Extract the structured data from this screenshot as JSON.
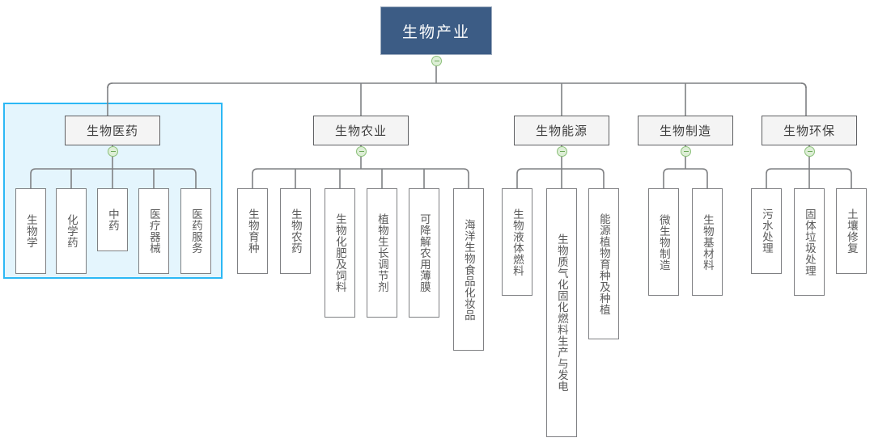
{
  "diagram": {
    "type": "org-chart",
    "title": "生物产业",
    "root": {
      "label": "生物产业"
    },
    "highlight": {
      "color": "#2cb8f5",
      "fill": "#e4f5fd",
      "target": "生物医药"
    },
    "toggle_icon": "collapse-minus-icon",
    "branches": [
      {
        "label": "生物医药",
        "children": [
          {
            "label": "生物学"
          },
          {
            "label": "化学药"
          },
          {
            "label": "中药"
          },
          {
            "label": "医疗器械"
          },
          {
            "label": "医药服务"
          }
        ]
      },
      {
        "label": "生物农业",
        "children": [
          {
            "label": "生物育种"
          },
          {
            "label": "生物农药"
          },
          {
            "label": "生物化肥及饲料"
          },
          {
            "label": "植物生长调节剂"
          },
          {
            "label": "可降解农用薄膜"
          },
          {
            "label": "海洋生物食品化妆品"
          }
        ]
      },
      {
        "label": "生物能源",
        "children": [
          {
            "label": "生物液体燃料"
          },
          {
            "label": "生物质气化固化燃料生产与发电"
          },
          {
            "label": "能源植物育种及种植"
          }
        ]
      },
      {
        "label": "生物制造",
        "children": [
          {
            "label": "微生物制造"
          },
          {
            "label": "生物基材料"
          }
        ]
      },
      {
        "label": "生物环保",
        "children": [
          {
            "label": "污水处理"
          },
          {
            "label": "固体垃圾处理"
          },
          {
            "label": "土壤修复"
          }
        ]
      }
    ]
  }
}
